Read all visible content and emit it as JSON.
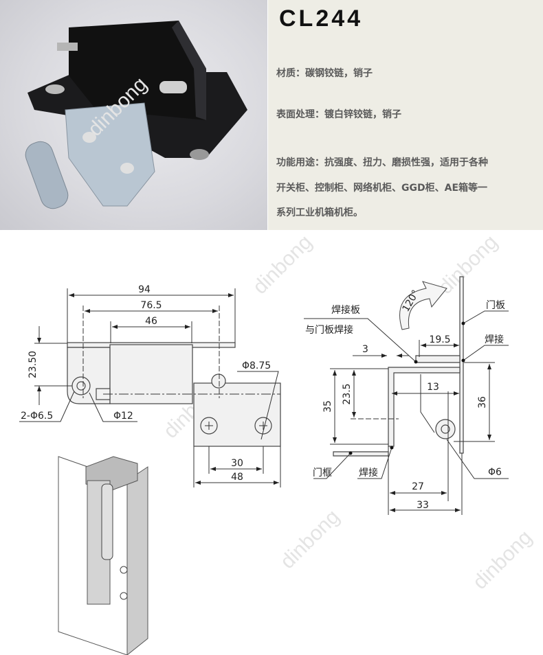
{
  "product": {
    "model": "CL244",
    "specs": [
      "材质：碳钢铰链，销子",
      "表面处理：镀白锌铰链，销子",
      "功能用途：抗强度、扭力、磨损性强，适用于各种",
      "开关柜、控制柜、网络机柜、GGD柜、AE箱等一",
      "系列工业机箱机柜。"
    ]
  },
  "watermark": "dinbong",
  "front_view": {
    "dims": {
      "overall": "94",
      "hole_pitch": "76.5",
      "knuckle": "46",
      "height": "23.50",
      "hole_dia": "2-Φ6.5",
      "boss_dia": "Φ12",
      "slot_dia": "Φ8.75",
      "leaf_pitch": "30",
      "leaf_width": "48"
    }
  },
  "side_view": {
    "angle": "120°",
    "labels": {
      "weld_plate": "焊接板",
      "weld_to_door": "与门板焊接",
      "door_panel": "门板",
      "weld_top": "焊接",
      "door_frame": "门框",
      "weld_bottom": "焊接"
    },
    "dims": {
      "d19_5": "19.5",
      "d3": "3",
      "d35": "35",
      "d23_5": "23.5",
      "d13": "13",
      "d36": "36",
      "pin_dia": "Φ6",
      "d27": "27",
      "d33": "33"
    }
  },
  "colors": {
    "info_bg": "#eeede5",
    "title": "#111111",
    "spec_text": "#5a5a5a"
  }
}
